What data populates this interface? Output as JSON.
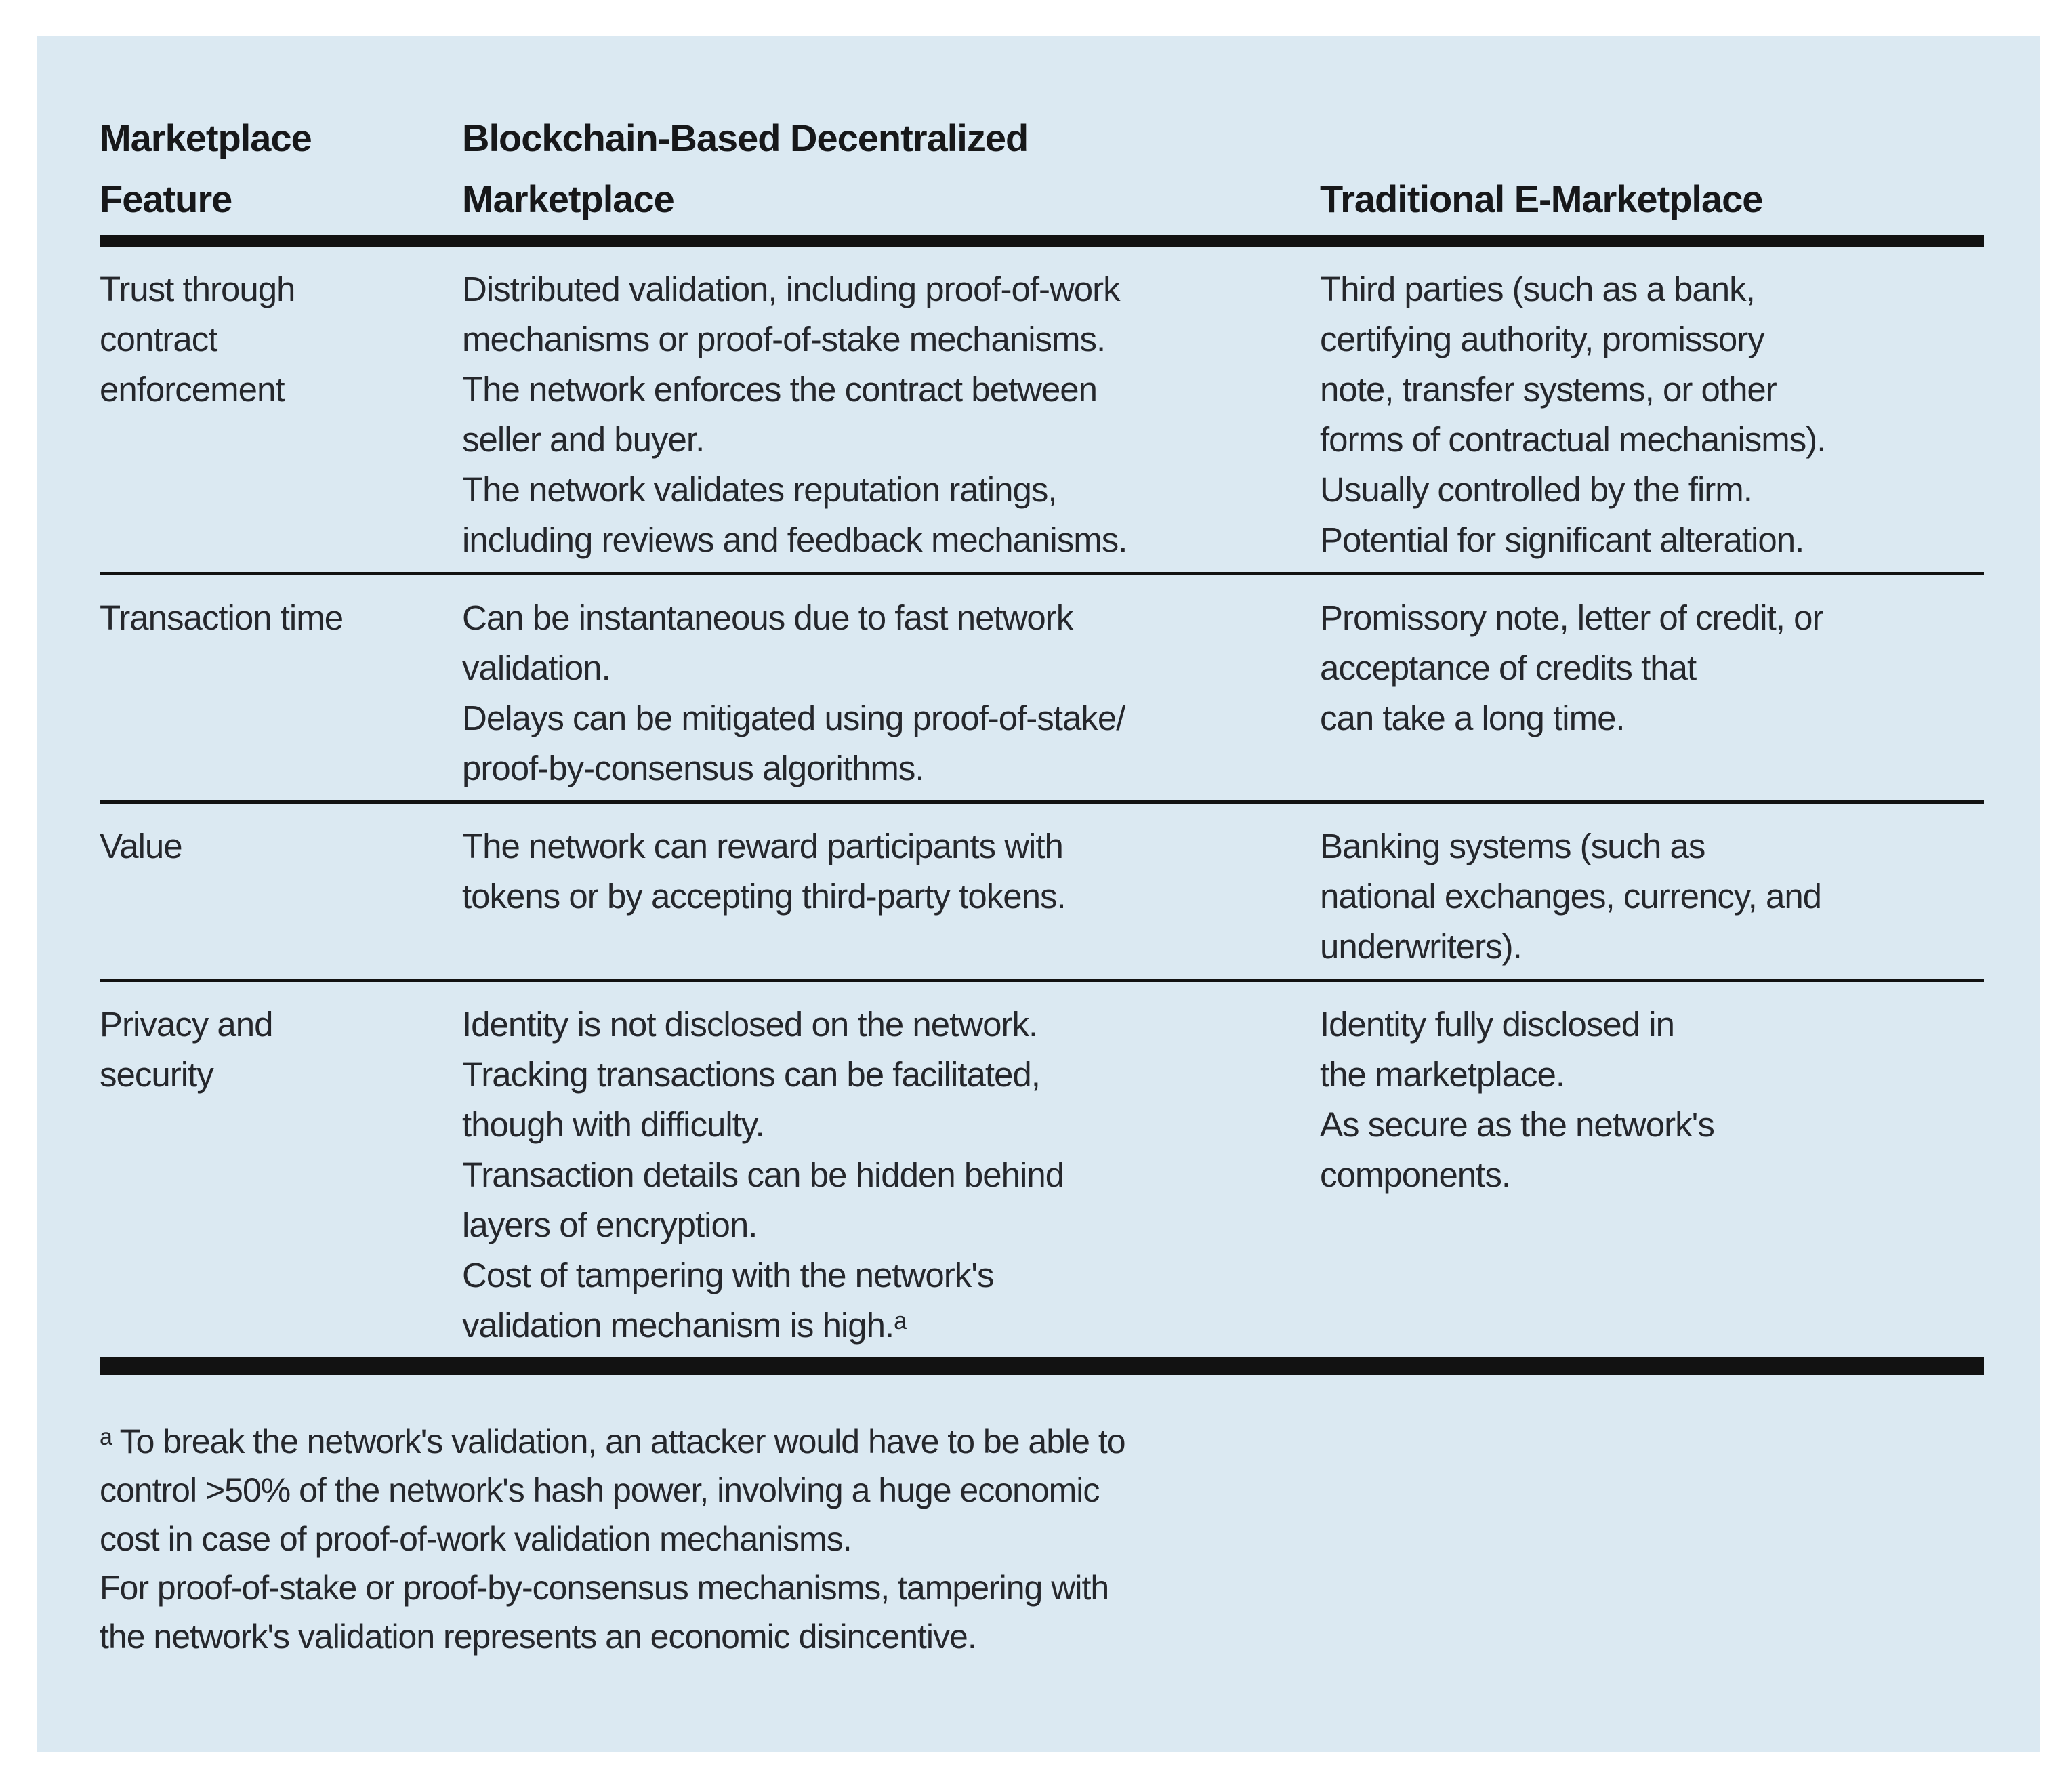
{
  "table": {
    "columns": [
      {
        "label": "Marketplace\nFeature"
      },
      {
        "label": "Blockchain-Based Decentralized\nMarketplace"
      },
      {
        "label": "Traditional E-Marketplace"
      }
    ],
    "rows": [
      {
        "feature": "Trust through\ncontract\nenforcement",
        "blockchain": "Distributed validation, including proof-of-work\nmechanisms or proof-of-stake mechanisms.\nThe network enforces the contract between\nseller and buyer.\nThe network validates reputation ratings,\nincluding reviews and feedback mechanisms.",
        "traditional": "Third parties (such as a bank,\ncertifying authority, promissory\nnote, transfer systems, or other\nforms of contractual mechanisms).\nUsually controlled by the firm.\nPotential for significant alteration."
      },
      {
        "feature": "Transaction time",
        "blockchain": "Can be instantaneous due to fast network\nvalidation.\nDelays can be mitigated using proof-of-stake/\nproof-by-consensus algorithms.",
        "traditional": "Promissory note, letter of credit, or\nacceptance of credits that\ncan take a long time."
      },
      {
        "feature": "Value",
        "blockchain": "The network can reward participants with\ntokens or by accepting third-party tokens.",
        "traditional": "Banking systems (such as\nnational exchanges, currency, and\nunderwriters)."
      },
      {
        "feature": "Privacy and\nsecurity",
        "blockchain": "Identity is not disclosed on the network.\nTracking transactions can be facilitated,\nthough with difficulty.\nTransaction details can be hidden behind\nlayers of encryption.\nCost of tampering with the network's\nvalidation mechanism is high.ᵃ",
        "traditional": "Identity fully disclosed in\nthe marketplace.\nAs secure as the network's\ncomponents."
      }
    ],
    "footnote": "ᵃ To break the network's validation, an attacker would have to be able to\ncontrol >50% of the network's hash power, involving a huge economic\ncost in case of proof-of-work validation mechanisms.\nFor proof-of-stake or proof-by-consensus mechanisms, tampering with\nthe network's validation represents an economic disincentive."
  },
  "colors": {
    "panel_background": "#dbe9f2",
    "rule": "#121212",
    "text": "#25272c"
  }
}
